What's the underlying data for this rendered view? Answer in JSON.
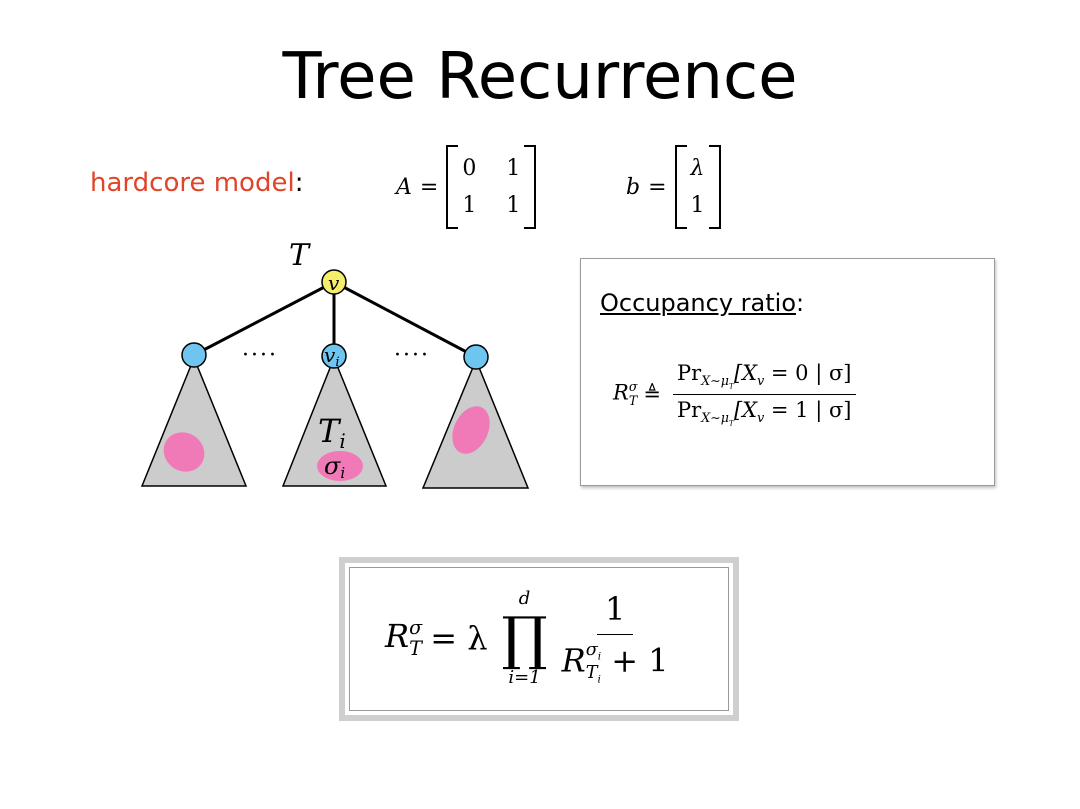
{
  "title": "Tree Recurrence",
  "model_label": "hardcore model",
  "model_colon": ":",
  "matrix_A": {
    "name": "A",
    "rows": [
      [
        "0",
        "1"
      ],
      [
        "1",
        "1"
      ]
    ]
  },
  "vector_b": {
    "name": "b",
    "rows": [
      "λ",
      "1"
    ]
  },
  "diagram": {
    "tree_label": "T",
    "root_label": "v",
    "child_label": "v",
    "child_sub": "i",
    "subtree_label": "T",
    "subtree_sub": "i",
    "condition_label": "σ",
    "condition_sub": "i",
    "dots": "····",
    "colors": {
      "root": "#f5ee6a",
      "child": "#6ec5f0",
      "subtree": "#cccccc",
      "condition": "#f07ab8"
    }
  },
  "occupancy": {
    "heading": "Occupancy ratio",
    "heading_colon": ":",
    "lhs": "R",
    "lhs_sup": "σ",
    "lhs_sub": "T",
    "defeq": "≜",
    "numerator": "Pr",
    "numerator_sub": "X∼μ",
    "numerator_sub2": "T",
    "numerator_rest": "[X",
    "numerator_v": "v",
    "numerator_tail": " = 0 | σ]",
    "denominator": "Pr",
    "denominator_sub": "X∼μ",
    "denominator_sub2": "T",
    "denominator_rest": "[X",
    "denominator_v": "v",
    "denominator_tail": " = 1 | σ]"
  },
  "recurrence": {
    "lhs": "R",
    "lhs_sup": "σ",
    "lhs_sub": "T",
    "eq": "= λ",
    "prod_symbol": "∏",
    "prod_upper": "d",
    "prod_lower": "i=1",
    "numerator": "1",
    "den_R": "R",
    "den_sup": "σ",
    "den_sup_sub": "i",
    "den_sub": "T",
    "den_sub_sub": "i",
    "den_tail": " + 1"
  },
  "accent": "#e2442a"
}
